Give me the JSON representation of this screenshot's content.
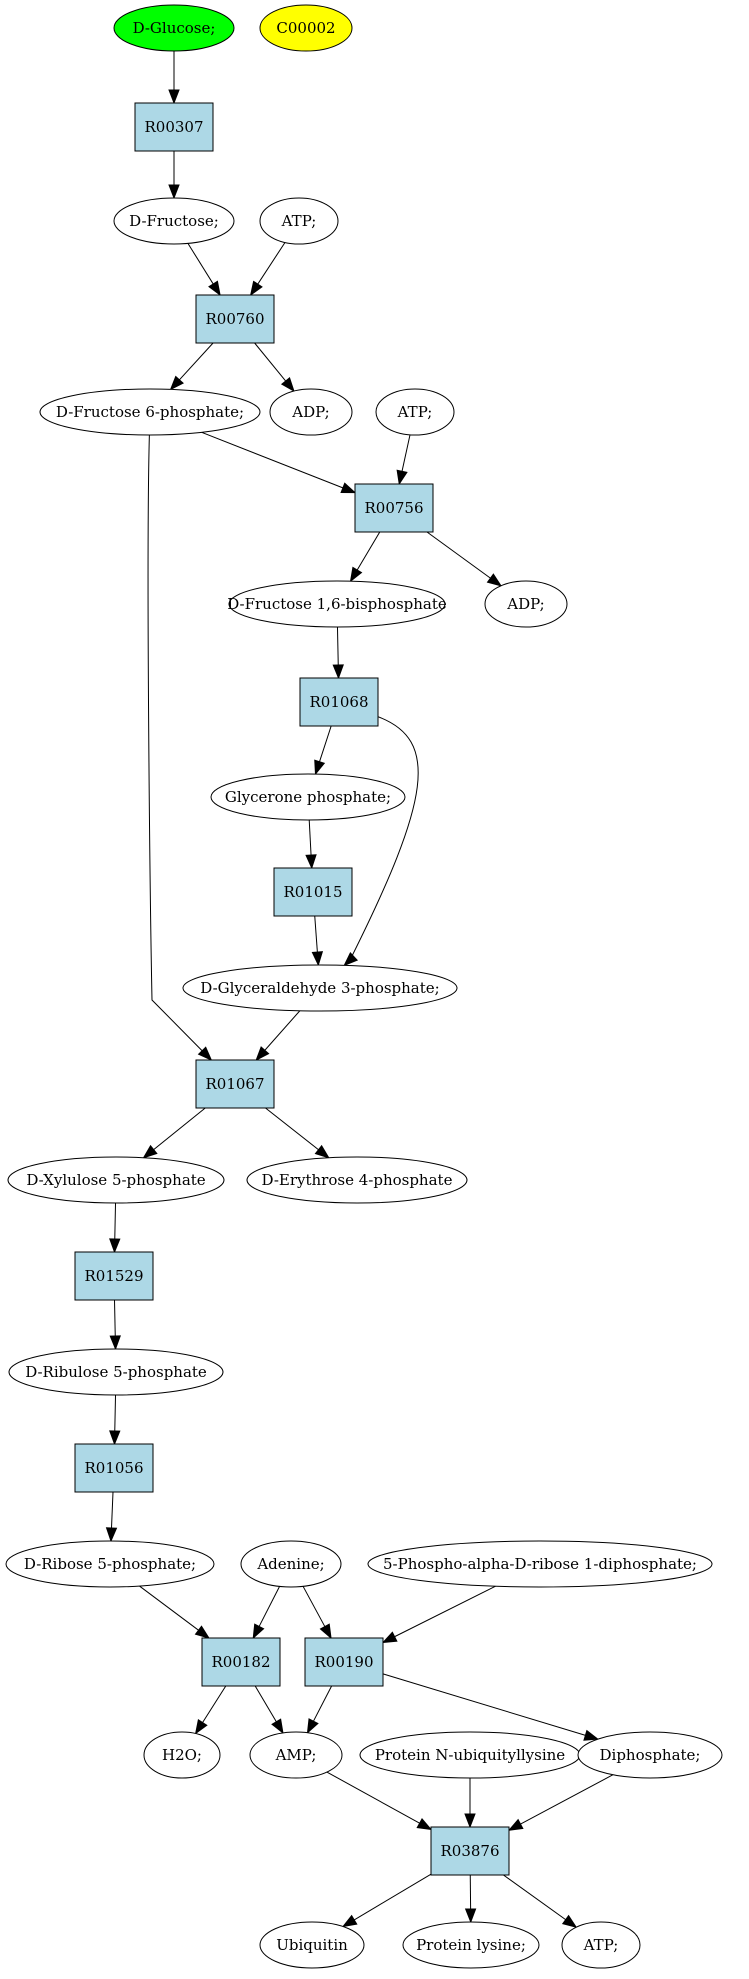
{
  "colors": {
    "reaction_fill": "#add8e6",
    "compound_fill": "#ffffff",
    "start_compound_fill": "#00ff00",
    "highlight_compound_fill": "#ffff00",
    "edge": "#000000"
  },
  "nodes": {
    "glucose": {
      "label": "D-Glucose;",
      "kind": "compound",
      "fill": "#00ff00"
    },
    "c00002": {
      "label": "C00002",
      "kind": "compound",
      "fill": "#ffff00"
    },
    "r00307": {
      "label": "R00307",
      "kind": "reaction"
    },
    "fructose": {
      "label": "D-Fructose;",
      "kind": "compound"
    },
    "atp1": {
      "label": "ATP;",
      "kind": "compound"
    },
    "r00760": {
      "label": "R00760",
      "kind": "reaction"
    },
    "f6p": {
      "label": "D-Fructose 6-phosphate;",
      "kind": "compound"
    },
    "adp1": {
      "label": "ADP;",
      "kind": "compound"
    },
    "atp2": {
      "label": "ATP;",
      "kind": "compound"
    },
    "r00756": {
      "label": "R00756",
      "kind": "reaction"
    },
    "f16bp": {
      "label": "D-Fructose 1,6-bisphosphate",
      "kind": "compound"
    },
    "adp2": {
      "label": "ADP;",
      "kind": "compound"
    },
    "r01068": {
      "label": "R01068",
      "kind": "reaction"
    },
    "glycerone": {
      "label": "Glycerone phosphate;",
      "kind": "compound"
    },
    "r01015": {
      "label": "R01015",
      "kind": "reaction"
    },
    "g3p": {
      "label": "D-Glyceraldehyde 3-phosphate;",
      "kind": "compound"
    },
    "r01067": {
      "label": "R01067",
      "kind": "reaction"
    },
    "xylulose": {
      "label": "D-Xylulose 5-phosphate",
      "kind": "compound"
    },
    "erythrose": {
      "label": "D-Erythrose 4-phosphate",
      "kind": "compound"
    },
    "r01529": {
      "label": "R01529",
      "kind": "reaction"
    },
    "ribulose": {
      "label": "D-Ribulose 5-phosphate",
      "kind": "compound"
    },
    "r01056": {
      "label": "R01056",
      "kind": "reaction"
    },
    "ribose5p": {
      "label": "D-Ribose 5-phosphate;",
      "kind": "compound"
    },
    "adenine": {
      "label": "Adenine;",
      "kind": "compound"
    },
    "prpp": {
      "label": "5-Phospho-alpha-D-ribose 1-diphosphate;",
      "kind": "compound"
    },
    "r00182": {
      "label": "R00182",
      "kind": "reaction"
    },
    "r00190": {
      "label": "R00190",
      "kind": "reaction"
    },
    "h2o": {
      "label": "H2O;",
      "kind": "compound"
    },
    "amp": {
      "label": "AMP;",
      "kind": "compound"
    },
    "ubiqlys": {
      "label": "Protein N-ubiquityllysine",
      "kind": "compound"
    },
    "diphosphate": {
      "label": "Diphosphate;",
      "kind": "compound"
    },
    "r03876": {
      "label": "R03876",
      "kind": "reaction"
    },
    "ubiquitin": {
      "label": "Ubiquitin",
      "kind": "compound"
    },
    "lysine": {
      "label": "Protein lysine;",
      "kind": "compound"
    },
    "atp3": {
      "label": "ATP;",
      "kind": "compound"
    }
  },
  "edges": [
    [
      "glucose",
      "r00307"
    ],
    [
      "r00307",
      "fructose"
    ],
    [
      "fructose",
      "r00760"
    ],
    [
      "atp1",
      "r00760"
    ],
    [
      "r00760",
      "f6p"
    ],
    [
      "r00760",
      "adp1"
    ],
    [
      "f6p",
      "r00756"
    ],
    [
      "atp2",
      "r00756"
    ],
    [
      "f6p",
      "r01067"
    ],
    [
      "r00756",
      "f16bp"
    ],
    [
      "r00756",
      "adp2"
    ],
    [
      "f16bp",
      "r01068"
    ],
    [
      "r01068",
      "glycerone"
    ],
    [
      "r01068",
      "g3p"
    ],
    [
      "glycerone",
      "r01015"
    ],
    [
      "r01015",
      "g3p"
    ],
    [
      "g3p",
      "r01067"
    ],
    [
      "r01067",
      "xylulose"
    ],
    [
      "r01067",
      "erythrose"
    ],
    [
      "xylulose",
      "r01529"
    ],
    [
      "r01529",
      "ribulose"
    ],
    [
      "ribulose",
      "r01056"
    ],
    [
      "r01056",
      "ribose5p"
    ],
    [
      "ribose5p",
      "r00182"
    ],
    [
      "adenine",
      "r00182"
    ],
    [
      "adenine",
      "r00190"
    ],
    [
      "prpp",
      "r00190"
    ],
    [
      "r00182",
      "h2o"
    ],
    [
      "r00182",
      "amp"
    ],
    [
      "r00190",
      "amp"
    ],
    [
      "r00190",
      "diphosphate"
    ],
    [
      "amp",
      "r03876"
    ],
    [
      "ubiqlys",
      "r03876"
    ],
    [
      "diphosphate",
      "r03876"
    ],
    [
      "r03876",
      "ubiquitin"
    ],
    [
      "r03876",
      "lysine"
    ],
    [
      "r03876",
      "atp3"
    ]
  ]
}
